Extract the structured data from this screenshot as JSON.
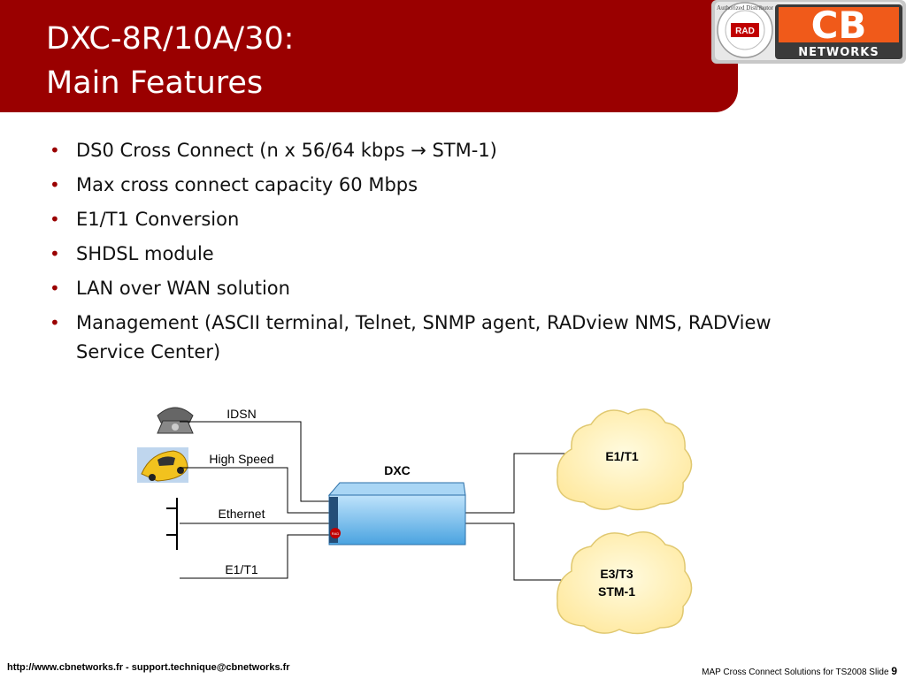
{
  "title": {
    "line1": "DXC-8R/10A/30:",
    "line2": "Main Features"
  },
  "logo": {
    "cb_text": "CB",
    "networks_text": "NETWORKS",
    "rad_text": "RAD",
    "seal_text": "Authorized Distributor"
  },
  "bullets": [
    "DS0 Cross Connect (n x 56/64 kbps → STM-1)",
    "Max cross connect capacity 60 Mbps",
    "E1/T1 Conversion",
    "SHDSL module",
    "LAN over WAN solution",
    "Management (ASCII terminal, Telnet, SNMP agent, RADview NMS, RADView Service Center)"
  ],
  "diagram": {
    "label_idsn": "IDSN",
    "label_high_speed": "High Speed",
    "label_ethernet": "Ethernet",
    "label_e1t1_in": "E1/T1",
    "label_dxc": "DXC",
    "device_badge": "RAD",
    "cloud1_label": "E1/T1",
    "cloud2_line1": "E3/T3",
    "cloud2_line2": "STM-1",
    "colors": {
      "device_blue": "#6fb6e8",
      "cloud_fill": "#fff3b8",
      "cloud_stroke": "#e0c870"
    }
  },
  "footer": {
    "left": "http://www.cbnetworks.fr - support.technique@cbnetworks.fr",
    "right_text": "MAP Cross Connect Solutions for TS2008  Slide",
    "slide_number": "9"
  },
  "colors": {
    "title_bar": "#9a0000",
    "bullet": "#9a0000"
  }
}
